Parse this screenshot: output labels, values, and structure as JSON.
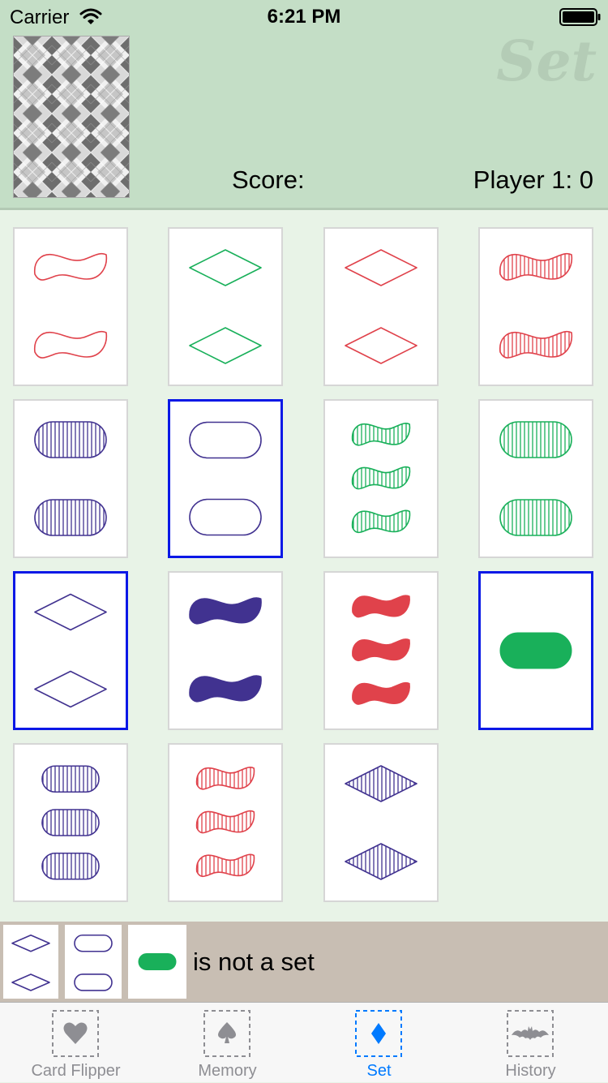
{
  "status_bar": {
    "carrier": "Carrier",
    "time": "6:21 PM"
  },
  "header": {
    "logo_text": "Set",
    "score_label": "Score:",
    "player_score": "Player 1: 0",
    "deck_icon": "card-back-plaid"
  },
  "colors": {
    "red": "#e0424b",
    "green": "#19b05a",
    "purple": "#413290",
    "selection": "#0a18e6",
    "tab_active": "#007aff"
  },
  "board": {
    "cards": [
      {
        "count": 2,
        "shape": "squiggle",
        "color": "red",
        "shading": "open",
        "selected": false
      },
      {
        "count": 2,
        "shape": "diamond",
        "color": "green",
        "shading": "open",
        "selected": false
      },
      {
        "count": 2,
        "shape": "diamond",
        "color": "red",
        "shading": "open",
        "selected": false
      },
      {
        "count": 2,
        "shape": "squiggle",
        "color": "red",
        "shading": "striped",
        "selected": false
      },
      {
        "count": 2,
        "shape": "oval",
        "color": "purple",
        "shading": "striped",
        "selected": false
      },
      {
        "count": 2,
        "shape": "oval",
        "color": "purple",
        "shading": "open",
        "selected": true
      },
      {
        "count": 3,
        "shape": "squiggle",
        "color": "green",
        "shading": "striped",
        "selected": false
      },
      {
        "count": 2,
        "shape": "oval",
        "color": "green",
        "shading": "striped",
        "selected": false
      },
      {
        "count": 2,
        "shape": "diamond",
        "color": "purple",
        "shading": "open",
        "selected": true
      },
      {
        "count": 2,
        "shape": "squiggle",
        "color": "purple",
        "shading": "solid",
        "selected": false
      },
      {
        "count": 3,
        "shape": "squiggle",
        "color": "red",
        "shading": "solid",
        "selected": false
      },
      {
        "count": 1,
        "shape": "oval",
        "color": "green",
        "shading": "solid",
        "selected": true
      },
      {
        "count": 3,
        "shape": "oval",
        "color": "purple",
        "shading": "striped",
        "selected": false
      },
      {
        "count": 3,
        "shape": "squiggle",
        "color": "red",
        "shading": "striped",
        "selected": false
      },
      {
        "count": 2,
        "shape": "diamond",
        "color": "purple",
        "shading": "striped",
        "selected": false
      }
    ]
  },
  "result": {
    "cards": [
      {
        "count": 2,
        "shape": "diamond",
        "color": "purple",
        "shading": "open"
      },
      {
        "count": 2,
        "shape": "oval",
        "color": "purple",
        "shading": "open"
      },
      {
        "count": 1,
        "shape": "oval",
        "color": "green",
        "shading": "solid"
      }
    ],
    "message": "is not a set"
  },
  "tabs": [
    {
      "label": "Card Flipper",
      "icon": "heart-icon",
      "active": false
    },
    {
      "label": "Memory",
      "icon": "spade-icon",
      "active": false
    },
    {
      "label": "Set",
      "icon": "diamond-icon",
      "active": true
    },
    {
      "label": "History",
      "icon": "bat-icon",
      "active": false
    }
  ]
}
